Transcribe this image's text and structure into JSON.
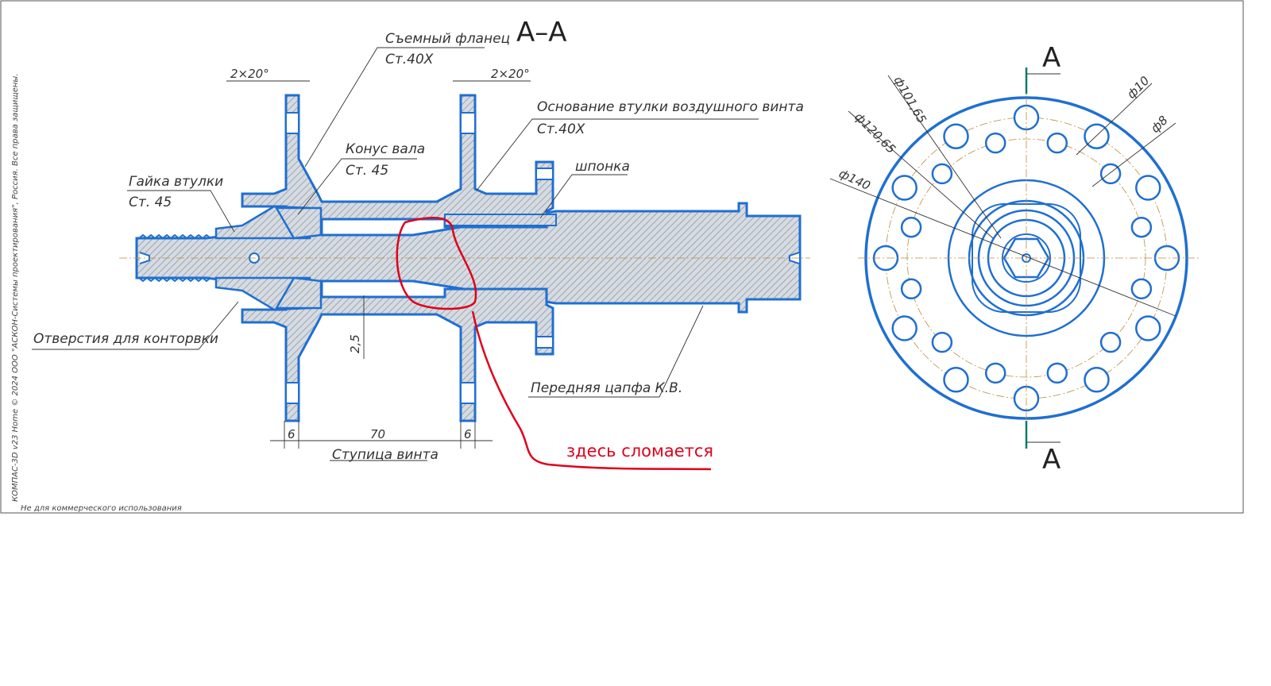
{
  "drawing": {
    "section_title": "А–А",
    "labels": {
      "removable_flange": "Съемный фланец",
      "removable_flange_mat": "Ст.40Х",
      "chamfer_left": "2×20°",
      "chamfer_right": "2×20°",
      "prop_hub_base": "Основание втулки воздушного винта",
      "prop_hub_base_mat": "Ст.40Х",
      "shaft_cone": "Конус вала",
      "shaft_cone_mat": "Ст. 45",
      "key": "шпонка",
      "hub_nut": "Гайка втулки",
      "hub_nut_mat": "Ст. 45",
      "lock_holes": "Отверстия для конторвки",
      "front_trunnion": "Передняя цапфа К.В.",
      "propeller_hub": "Ступица винта"
    },
    "dimensions": {
      "d1": "2,5",
      "d2": "6",
      "d3": "70",
      "d4": "6",
      "dia_10165": "ф101,65",
      "dia_12065": "ф120,65",
      "dia_140": "ф140",
      "dia_10": "ф10",
      "dia_8": "ф8"
    },
    "section_marks": {
      "top": "А",
      "bottom": "А"
    },
    "annotation": "здесь сломается",
    "copyright": "КОМПАС-3D v23 Home © 2024 ООО \"АСКОН-Системы проектирования\", Россия. Все права защищены.",
    "noncommercial": "Не для коммерческого использования",
    "colors": {
      "outline": "#1f6fd1",
      "annotation": "#e0001b",
      "hatch": "#9aa6b4",
      "centerline": "#c08a3c"
    }
  }
}
